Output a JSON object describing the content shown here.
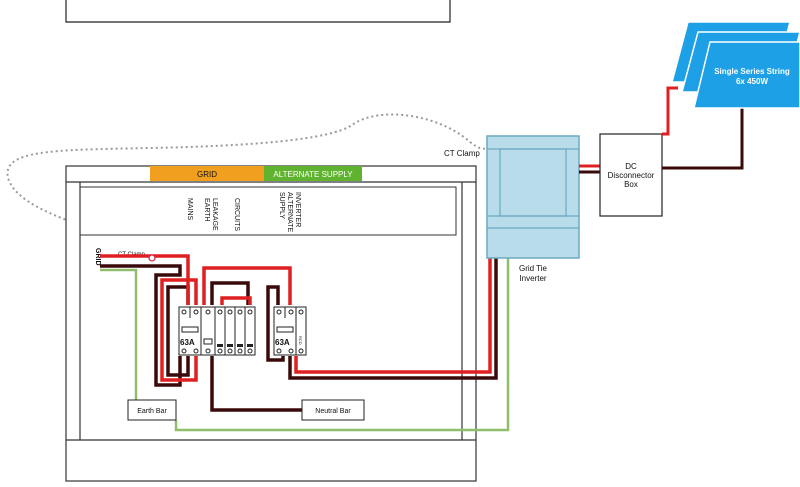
{
  "labels": {
    "grid_header": "GRID",
    "alternate_supply_header": "ALTERNATE SUPPLY",
    "ct_clamp_outside": "CT Clamp",
    "ct_clamp_inside": "CT Clamp",
    "grid_label": "GRID",
    "earth_bar": "Earth Bar",
    "neutral_bar": "Neutral Bar",
    "inverter_line1": "Grid Tie",
    "inverter_line2": "Inverter",
    "dc_line1": "DC",
    "dc_line2": "Disconnector",
    "dc_line3": "Box",
    "panel_line1": "Single Series String",
    "panel_line2": "6x 450W",
    "breaker_main_rating": "63A",
    "breaker_alt_rating": "63A",
    "rcd_mark": "RCD"
  },
  "vertical_labels": {
    "mains": [
      "MAINS"
    ],
    "earth_leakage": [
      "EARTH",
      "LEAKAGE"
    ],
    "circuits": [
      "CIRCUITS"
    ],
    "inverter_alt_supply": [
      "INVERTER",
      "ALTERNATE",
      "SUPPLY"
    ]
  },
  "colors": {
    "grid_header": "#f0a01e",
    "alternate_header": "#5fb32e",
    "live": "#e02020",
    "neutral": "#3a0a0a",
    "earth": "#8fbf6a",
    "inverter_fill": "#b8dcea",
    "inverter_stroke": "#6aa9c2",
    "panel_fill": "#1ea0e6",
    "ct_clamp_loop": "#9a9a9a"
  }
}
